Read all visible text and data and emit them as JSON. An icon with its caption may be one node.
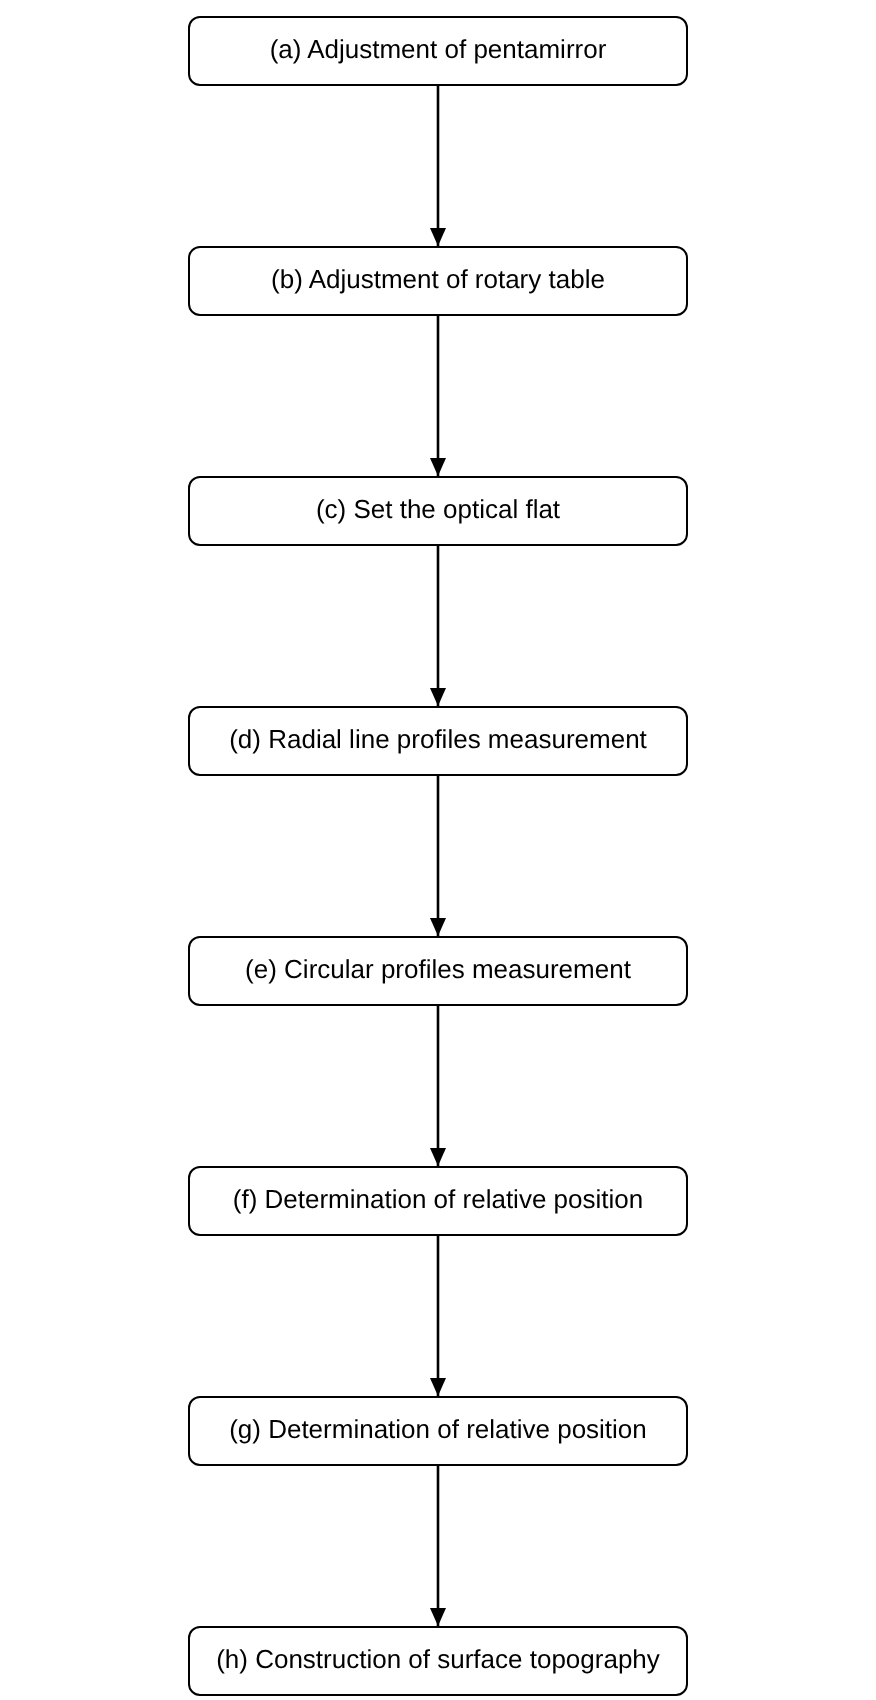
{
  "diagram": {
    "nodes": [
      {
        "text": [
          "(a) Adjustment of pentamirror"
        ]
      },
      {
        "text": [
          "(b) Adjustment of rotary table"
        ]
      },
      {
        "text": [
          "(c) Set the optical flat"
        ]
      },
      {
        "text": [
          "(d) Radial line profiles measurement"
        ]
      },
      {
        "text": [
          "(e) Circular profiles measurement"
        ]
      },
      {
        "text": [
          "(f) Determination of relative position"
        ]
      },
      {
        "text": [
          "(g) Determination of relative position"
        ]
      },
      {
        "text": [
          "(h) Construction of surface topography"
        ]
      }
    ],
    "edges": [
      {
        "from": 0,
        "to": 1,
        "arrow": "to"
      },
      {
        "from": 1,
        "to": 2,
        "arrow": "to"
      },
      {
        "from": 2,
        "to": 3,
        "arrow": "to"
      },
      {
        "from": 3,
        "to": 4,
        "arrow": "to"
      },
      {
        "from": 4,
        "to": 5,
        "arrow": "to"
      },
      {
        "from": 5,
        "to": 6,
        "arrow": "to"
      },
      {
        "from": 6,
        "to": 7,
        "arrow": "to"
      }
    ]
  }
}
